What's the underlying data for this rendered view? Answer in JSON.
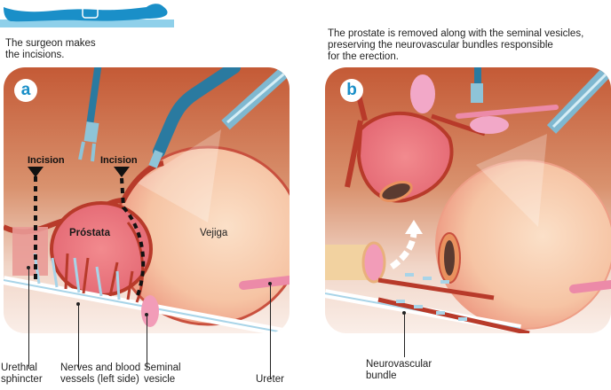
{
  "header": {
    "patient_icon": "patient-lying-supine-icon",
    "left_caption": [
      "The surgeon makes",
      "the incisions."
    ],
    "right_caption": [
      "The prostate is removed along with the seminal vesicles,",
      "preserving the neurovascular bundles responsible",
      "for the erection."
    ]
  },
  "panel_a": {
    "badge": "a",
    "incision_left": "Incision",
    "incision_right": "Incision",
    "prostate_label": "Próstata",
    "bladder_label": "Vejiga"
  },
  "panel_b": {
    "badge": "b"
  },
  "labels": {
    "urethral_sphincter": [
      "Urethral",
      "sphincter"
    ],
    "nerves_vessels": [
      "Nerves and blood",
      "vessels (left side)"
    ],
    "seminal_vesicle": [
      "Seminal",
      "vesicle"
    ],
    "ureter": [
      "Ureter"
    ],
    "neurovascular_bundle": [
      "Neurovascular",
      "bundle"
    ]
  },
  "colors": {
    "patient_blue": "#1a8fc8",
    "table_blue": "#8fd0ea",
    "panel_bg_top": "#c8643c",
    "panel_bg_bottom": "#f8ece6",
    "prostate": "#ec7a82",
    "bladder": "#f7c9a8",
    "vessel_red": "#b83a2a",
    "nerve_blue": "#a8d4e8",
    "instrument_blue": "#2a7aa0"
  }
}
